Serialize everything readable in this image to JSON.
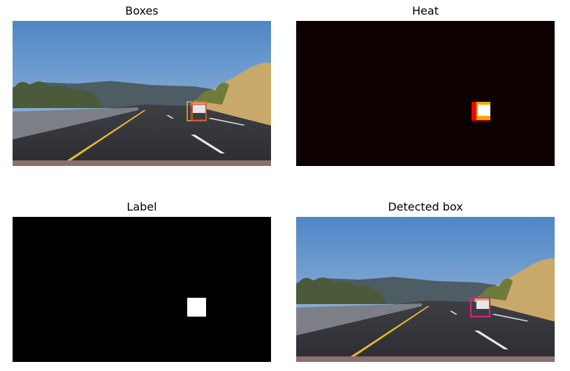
{
  "panels": [
    {
      "id": "boxes",
      "title": "Boxes",
      "image": "road-scene-with-search-boxes"
    },
    {
      "id": "heat",
      "title": "Heat",
      "image": "heatmap",
      "colors": {
        "background": "#0c0000",
        "low": "#ff0000",
        "mid": "#ffa500",
        "high": "#ffffff"
      }
    },
    {
      "id": "label",
      "title": "Label",
      "image": "label-map",
      "colors": {
        "background": "#000000",
        "blob": "#ffffff"
      }
    },
    {
      "id": "detected",
      "title": "Detected box",
      "image": "road-scene-with-detected-box",
      "colors": {
        "box": "#e0207a"
      }
    }
  ]
}
